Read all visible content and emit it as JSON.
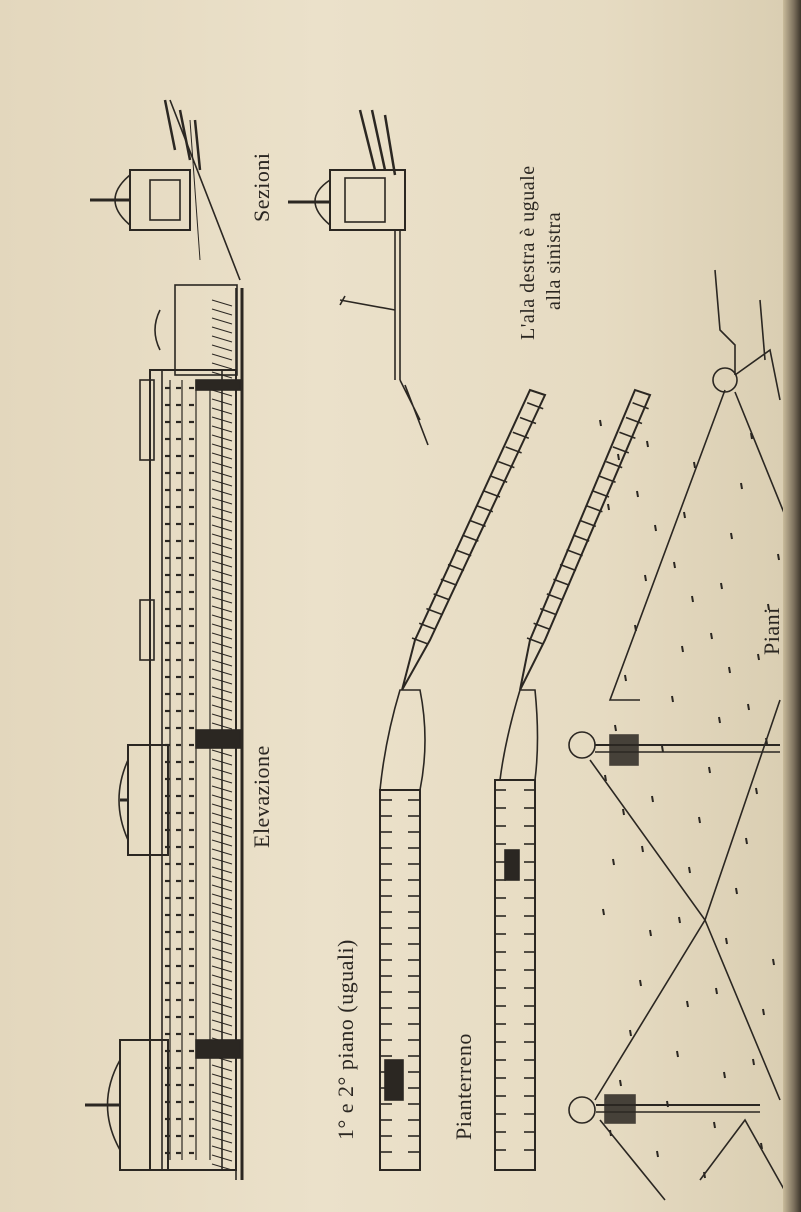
{
  "labels": {
    "sezioni": "Sezioni",
    "elevazione": "Elevazione",
    "piani_uguali": "1° e 2° piano (uguali)",
    "pianterreno": "Pianterreno",
    "ala_line1": "L'ala destra è uguale",
    "ala_line2": "alla sinistra",
    "piani": "Piani"
  },
  "colors": {
    "ink": "#2b2722",
    "paper": "#e6dbc3"
  }
}
